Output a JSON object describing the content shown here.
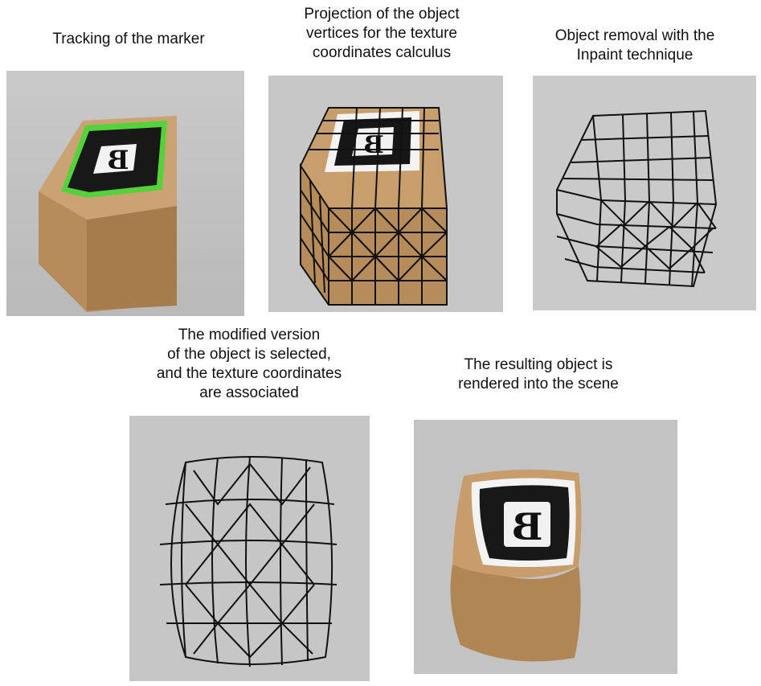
{
  "figure": {
    "panels": [
      {
        "caption": "Tracking of the marker",
        "marker_letter": "B",
        "marker_outline_color": "#55d23a",
        "wireframe": false
      },
      {
        "caption": "Projection of the object\nvertices for the texture\ncoordinates calculus",
        "marker_letter": "B",
        "wireframe": true
      },
      {
        "caption": "Object removal with the\nInpaint technique",
        "wireframe": true
      },
      {
        "caption": "The modified version\nof the object is selected,\nand the texture coordinates\nare associated",
        "wireframe": true
      },
      {
        "caption": "The resulting object is\nrendered into the scene",
        "marker_letter": "B",
        "wireframe": false
      }
    ]
  },
  "colors": {
    "background_gray": "#c8c8c8",
    "box_tan": "#b38b5a",
    "wireframe_black": "#111111"
  }
}
